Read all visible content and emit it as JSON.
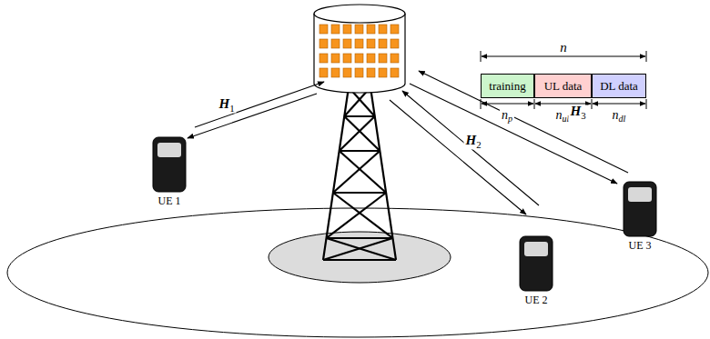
{
  "diagram": {
    "nodes": [
      {
        "text": [
          "UE 1"
        ]
      },
      {
        "text": [
          "UE 2"
        ]
      },
      {
        "text": [
          "UE 3"
        ]
      },
      {
        "text": [
          "training"
        ]
      },
      {
        "text": [
          "UL data"
        ]
      },
      {
        "text": [
          "DL data"
        ]
      }
    ],
    "labels": [
      "n",
      "np",
      "nul",
      "ndl",
      "H1",
      "H2",
      "H3"
    ]
  }
}
